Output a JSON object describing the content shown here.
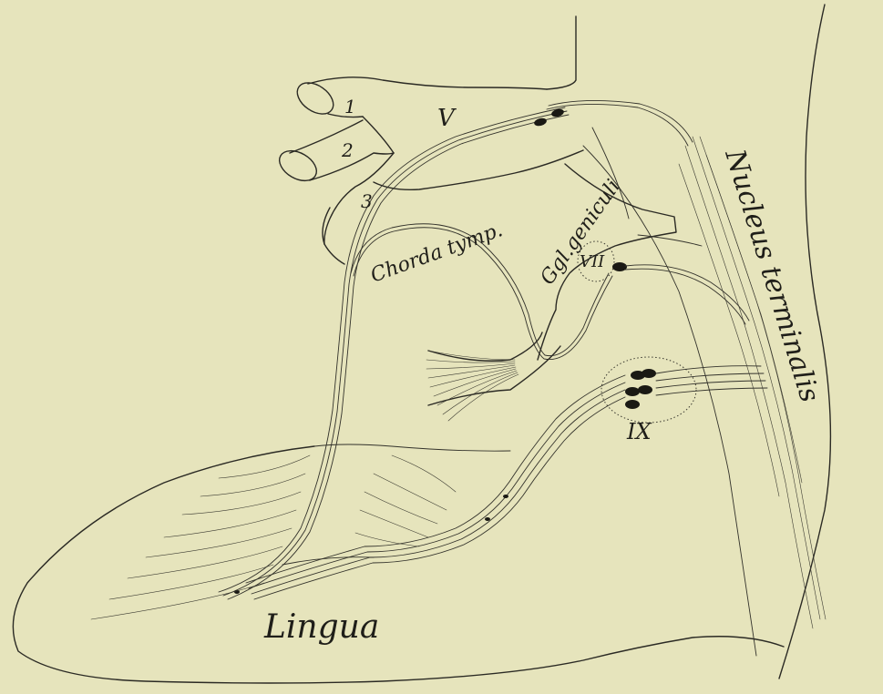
{
  "labels": {
    "trigeminal": "V",
    "branch1": "1",
    "branch2": "2",
    "branch3": "3",
    "nucleus": "Nucleus terminalis",
    "ganglion": "Ggl.geniculi",
    "facial": "VII",
    "chorda": "Chorda tymp.",
    "glossopharyngeal": "IX",
    "tongue": "Lingua"
  },
  "colors": {
    "paper": "#e6e4bc",
    "ink": "#2b2a24"
  }
}
